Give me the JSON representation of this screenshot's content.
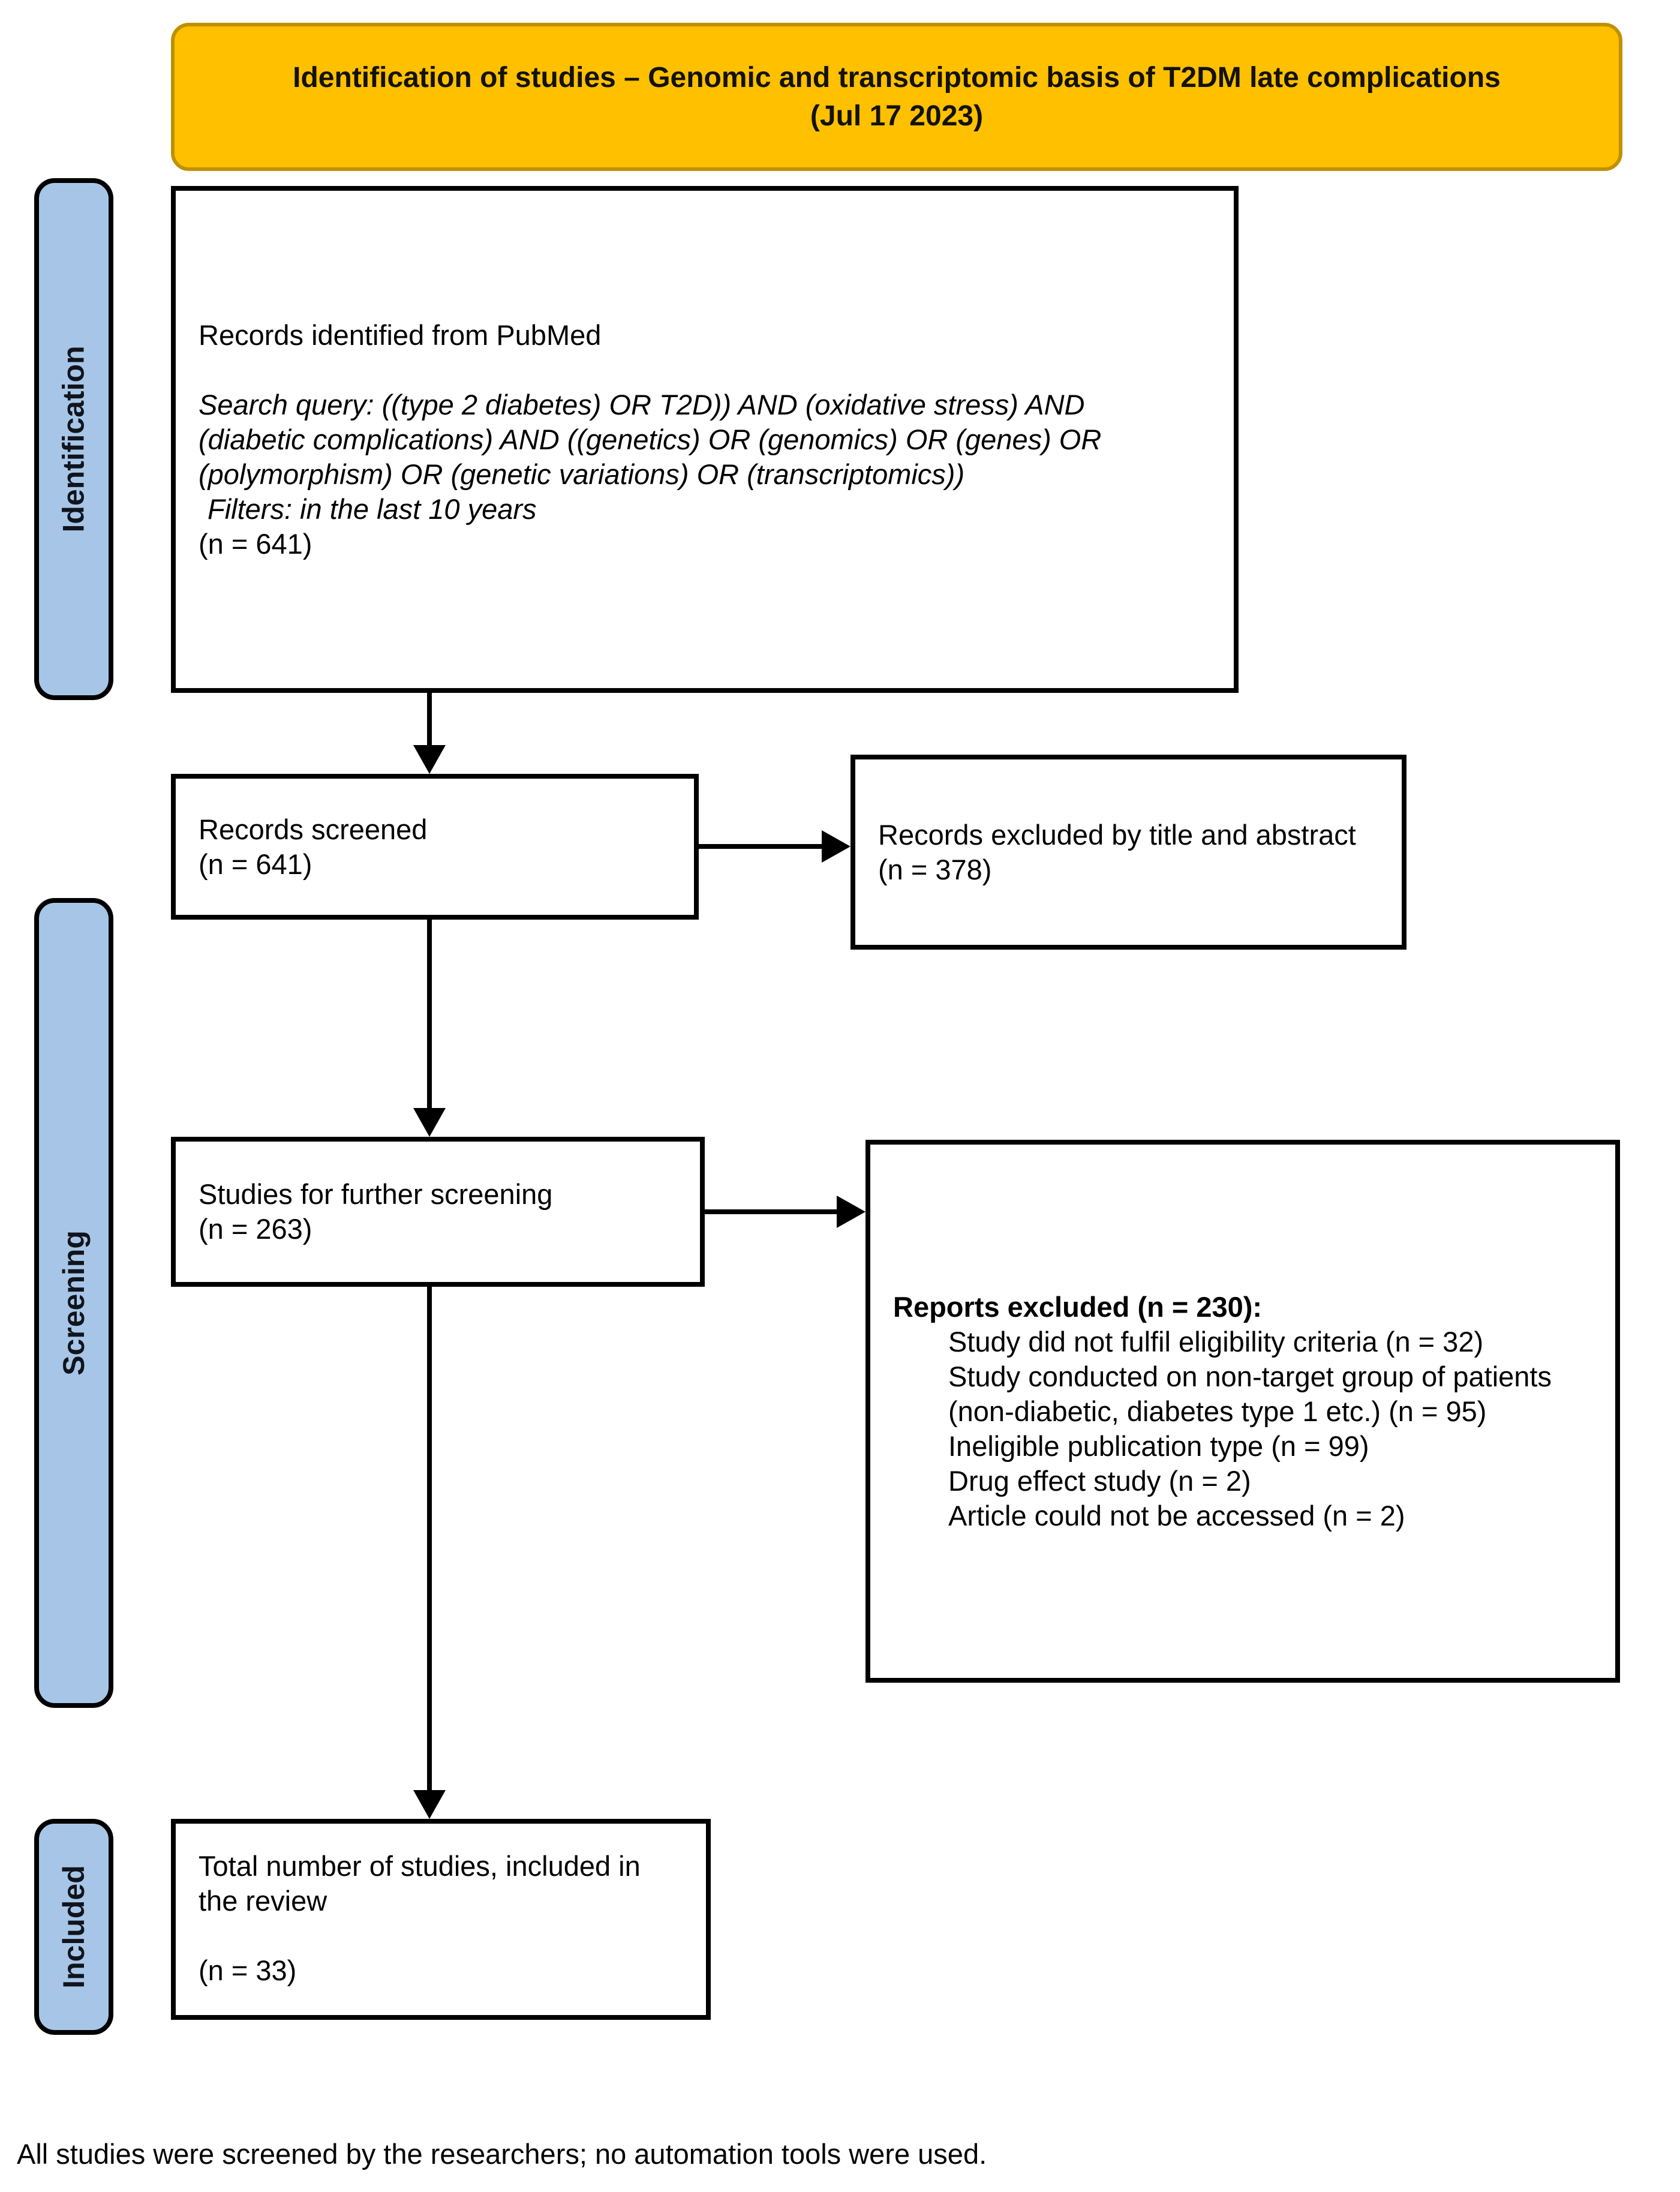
{
  "banner": {
    "title": "Identification of studies – Genomic and transcriptomic basis of T2DM late complications",
    "date_line": "(Jul 17 2023)",
    "bg_color": "#FFC000",
    "border_color": "#BF9000"
  },
  "stages": [
    {
      "label": "Identification"
    },
    {
      "label": "Screening"
    },
    {
      "label": "Included"
    }
  ],
  "stage_bg_color": "#A7C6E7",
  "boxes": {
    "identified": {
      "title": "Records identified from PubMed",
      "query": "Search query: ((type 2 diabetes) OR T2D)) AND (oxidative stress) AND (diabetic complications) AND ((genetics) OR (genomics) OR (genes) OR (polymorphism) OR (genetic variations) OR (transcriptomics))",
      "filters": "Filters: in the last 10 years",
      "count": "(n = 641)"
    },
    "screened": {
      "title": "Records screened",
      "count": "(n = 641)"
    },
    "excluded_title_abstract": {
      "title": "Records excluded by title and abstract",
      "count": "(n = 378)"
    },
    "further_screening": {
      "title": "Studies for further screening",
      "count": "(n = 263)"
    },
    "reports_excluded": {
      "heading": "Reports excluded (n = 230):",
      "items": [
        "Study did not fulfil eligibility criteria (n = 32)",
        "Study conducted on non-target group of patients (non-diabetic, diabetes type 1 etc.) (n = 95)",
        "Ineligible publication type (n = 99)",
        "Drug effect study (n = 2)",
        "Article could not be accessed (n = 2)"
      ]
    },
    "included_total": {
      "title": "Total number of studies, included in the review",
      "count": "(n = 33)"
    }
  },
  "footnote": "All studies were screened by the researchers; no automation tools were used."
}
